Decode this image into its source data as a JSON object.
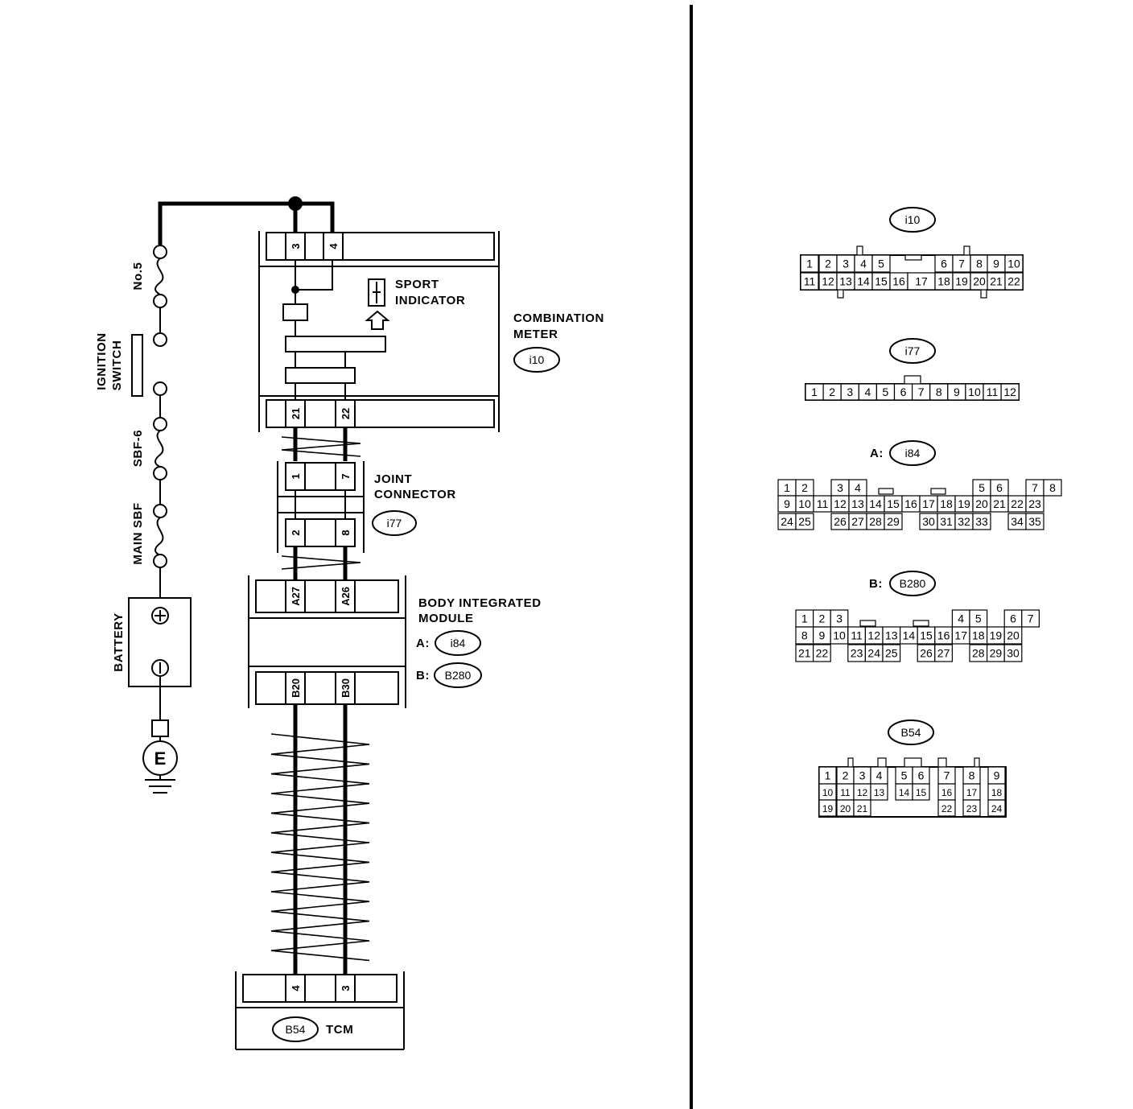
{
  "title": "",
  "circuit": {
    "fuse_no5": "No.5",
    "ignition_switch": [
      "IGNITION",
      "SWITCH"
    ],
    "sbf6": "SBF-6",
    "main_sbf": "MAIN SBF",
    "battery": "BATTERY",
    "ground": "E",
    "sport_indicator": [
      "SPORT",
      "INDICATOR"
    ],
    "combination_meter": {
      "name": [
        "COMBINATION",
        "METER"
      ],
      "connector": "i10",
      "top_pins": [
        "3",
        "4"
      ],
      "bottom_pins": [
        "21",
        "22"
      ]
    },
    "joint_connector": {
      "name": [
        "JOINT",
        "CONNECTOR"
      ],
      "connector": "i77",
      "top_pins": [
        "1",
        "7"
      ],
      "bottom_pins": [
        "2",
        "8"
      ]
    },
    "body_integrated_module": {
      "name": [
        "BODY INTEGRATED",
        "MODULE"
      ],
      "prefix_a": "A:",
      "connector_a": "i84",
      "prefix_b": "B:",
      "connector_b": "B280",
      "top_pins": [
        "A27",
        "A26"
      ],
      "bottom_pins": [
        "B20",
        "B30"
      ]
    },
    "tcm": {
      "name": "TCM",
      "connector": "B54",
      "pins": [
        "4",
        "3"
      ]
    }
  },
  "connectors": {
    "i10": {
      "label": "i10",
      "row1": [
        "1",
        "2",
        "3",
        "4",
        "5",
        "",
        "6",
        "7",
        "8",
        "9",
        "10"
      ],
      "row2": [
        "11",
        "12",
        "13",
        "14",
        "15",
        "16",
        "17",
        "18",
        "19",
        "20",
        "21",
        "22"
      ]
    },
    "i77": {
      "label": "i77",
      "row1": [
        "1",
        "2",
        "3",
        "4",
        "5",
        "6",
        "7",
        "8",
        "9",
        "10",
        "11",
        "12"
      ]
    },
    "i84": {
      "prefix": "A:",
      "label": "i84",
      "row1": [
        "1",
        "2",
        "",
        "3",
        "4",
        "",
        "",
        "",
        "",
        "",
        "",
        "5",
        "6",
        "",
        "7",
        "8"
      ],
      "row2": [
        "9",
        "10",
        "11",
        "12",
        "13",
        "14",
        "15",
        "16",
        "17",
        "18",
        "19",
        "20",
        "21",
        "22",
        "23"
      ],
      "row3": [
        "24",
        "25",
        "",
        "26",
        "27",
        "28",
        "29",
        "",
        "30",
        "31",
        "32",
        "33",
        "",
        "34",
        "35"
      ]
    },
    "B280": {
      "prefix": "B:",
      "label": "B280",
      "row1": [
        "1",
        "2",
        "3",
        "",
        "",
        "",
        "",
        "",
        "",
        "4",
        "5",
        "",
        "6",
        "7"
      ],
      "row2": [
        "8",
        "9",
        "10",
        "11",
        "12",
        "13",
        "14",
        "15",
        "16",
        "17",
        "18",
        "19",
        "20"
      ],
      "row3": [
        "21",
        "22",
        "",
        "23",
        "24",
        "25",
        "",
        "26",
        "27",
        "",
        "28",
        "29",
        "30"
      ]
    },
    "B54": {
      "label": "B54",
      "row1": [
        "1",
        "2",
        "3",
        "4",
        "5",
        "6",
        "7",
        "8",
        "9"
      ],
      "row2": [
        "10",
        "11",
        "12",
        "13",
        "14",
        "15",
        "16",
        "17",
        "18"
      ],
      "row3": [
        "19",
        "20",
        "21",
        "22",
        "23",
        "24"
      ]
    }
  }
}
